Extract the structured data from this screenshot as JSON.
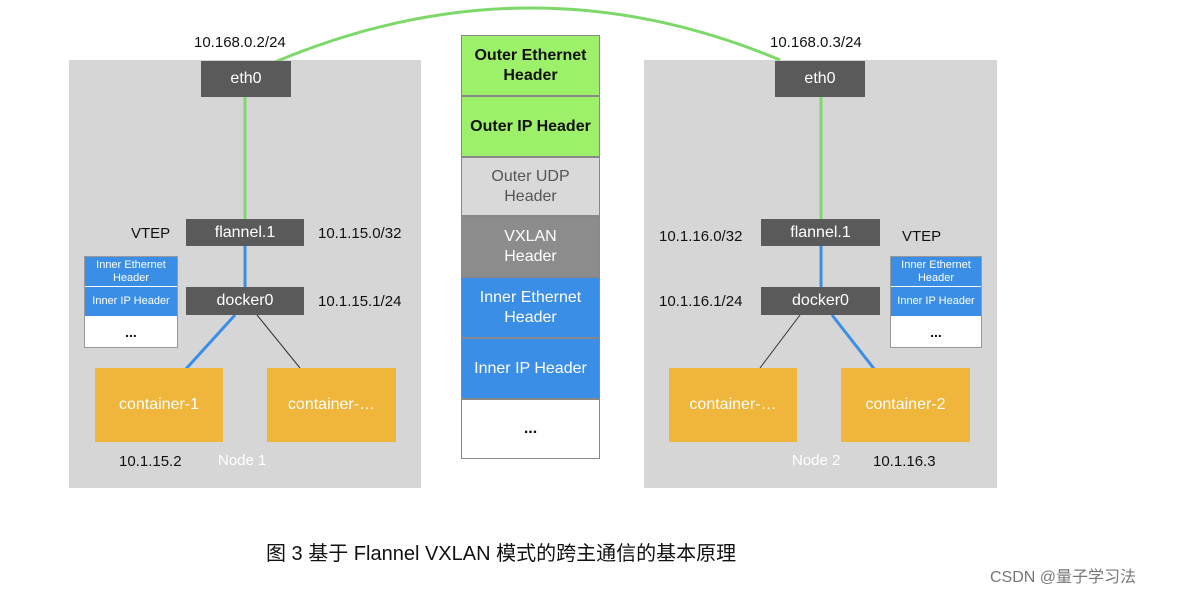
{
  "node1": {
    "eth0": "eth0",
    "eth0_ip": "10.168.0.2/24",
    "flannel": "flannel.1",
    "flannel_ip": "10.1.15.0/32",
    "vtep": "VTEP",
    "docker": "docker0",
    "docker_ip": "10.1.15.1/24",
    "container_a": "container-1",
    "container_b": "container-…",
    "container_ip": "10.1.15.2",
    "label": "Node 1",
    "mini_stack": [
      "Inner Ethernet Header",
      "Inner IP Header",
      "..."
    ]
  },
  "node2": {
    "eth0": "eth0",
    "eth0_ip": "10.168.0.3/24",
    "flannel": "flannel.1",
    "flannel_ip": "10.1.16.0/32",
    "vtep": "VTEP",
    "docker": "docker0",
    "docker_ip": "10.1.16.1/24",
    "container_a": "container-…",
    "container_b": "container-2",
    "container_ip": "10.1.16.3",
    "label": "Node 2",
    "mini_stack": [
      "Inner Ethernet Header",
      "Inner IP Header",
      "..."
    ]
  },
  "packet": [
    {
      "label": "Outer Ethernet Header",
      "style": "green"
    },
    {
      "label": "Outer IP Header",
      "style": "green"
    },
    {
      "label": "Outer UDP Header",
      "style": "light"
    },
    {
      "label": "VXLAN Header",
      "style": "gray"
    },
    {
      "label": "Inner Ethernet Header",
      "style": "blue"
    },
    {
      "label": "Inner IP Header",
      "style": "blue"
    },
    {
      "label": "...",
      "style": "white"
    }
  ],
  "caption": "图 3 基于 Flannel VXLAN 模式的跨主通信的基本原理",
  "watermark": "CSDN @量子学习法",
  "colors": {
    "link_green": "#7dd86a",
    "link_blue": "#3a8ee6",
    "link_black": "#333333"
  }
}
